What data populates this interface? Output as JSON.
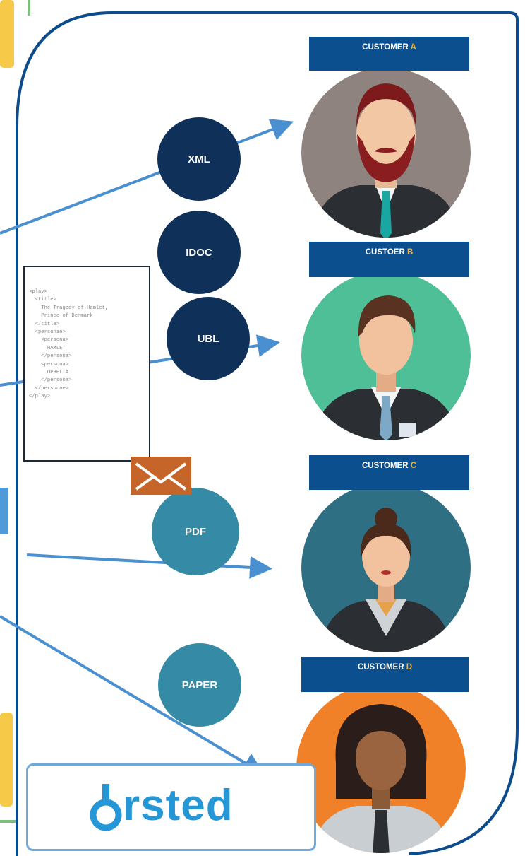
{
  "customers": [
    {
      "prefix": "CUSTOMER ",
      "letter": "A"
    },
    {
      "prefix": "CUSTOER ",
      "letter": "B"
    },
    {
      "prefix": "CUSTOMER ",
      "letter": "C"
    },
    {
      "prefix": "CUSTOMER ",
      "letter": "D"
    }
  ],
  "formats": [
    "XML",
    "IDOC",
    "UBL",
    "PDF",
    "PAPER"
  ],
  "document_text": "<play>\n  <title>\n    The Tragedy of Hamlet,\n    Prince of Denmark\n  </title>\n  <personae>\n    <persona>\n      HAMLET\n    </persona>\n    <persona>\n      OPHELIA\n    </persona>\n  </personae>\n</play>",
  "logo": {
    "text": "rsted"
  },
  "colors": {
    "label_bg": "#0b4f8f",
    "label_letter": "#f5b333",
    "circle_navy": "#0f3159",
    "circle_teal": "#358aa5",
    "arrow": "#4a90d0",
    "frame": "#0d4c8c",
    "logo": "#2596d6",
    "envelope": "#c6652a"
  },
  "icons": [
    "envelope-icon",
    "man-beard-avatar-icon",
    "man-avatar-icon",
    "woman-bun-avatar-icon",
    "woman-avatar-icon",
    "orsted-logo-icon"
  ]
}
